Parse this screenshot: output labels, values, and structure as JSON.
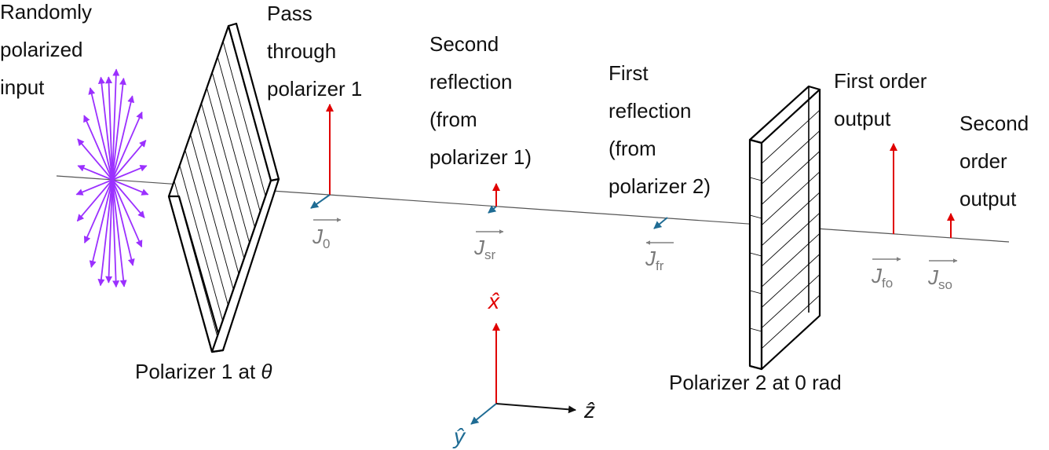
{
  "colors": {
    "input_arrows": "#9b30ff",
    "x_polarization": "#e00000",
    "y_polarization": "#1f6c94",
    "direction_arrow": "#808080",
    "text": "#111111",
    "subscript_text": "#7a7a7a"
  },
  "labels": {
    "input": [
      "Randomly",
      "polarized",
      "input"
    ],
    "pass_through": [
      "Pass",
      "through",
      "polarizer 1"
    ],
    "second_reflection": [
      "Second",
      "reflection",
      "(from",
      "polarizer 1)"
    ],
    "first_reflection": [
      "First",
      "reflection",
      "(from",
      "polarizer 2)"
    ],
    "first_order": [
      "First order",
      "output"
    ],
    "second_order": [
      "Second",
      "order",
      "output"
    ],
    "polarizer1": "Polarizer 1 at ",
    "polarizer1_symbol": "θ",
    "polarizer2": "Polarizer 2 at 0 rad"
  },
  "jones": {
    "j0": {
      "main": "J",
      "sub": "0"
    },
    "jsr": {
      "main": "J",
      "sub": "sr"
    },
    "jfr": {
      "main": "J",
      "sub": "fr"
    },
    "jfo": {
      "main": "J",
      "sub": "fo"
    },
    "jso": {
      "main": "J",
      "sub": "so"
    }
  },
  "axes": {
    "x": "x̂",
    "y": "ŷ",
    "z": "ẑ"
  }
}
